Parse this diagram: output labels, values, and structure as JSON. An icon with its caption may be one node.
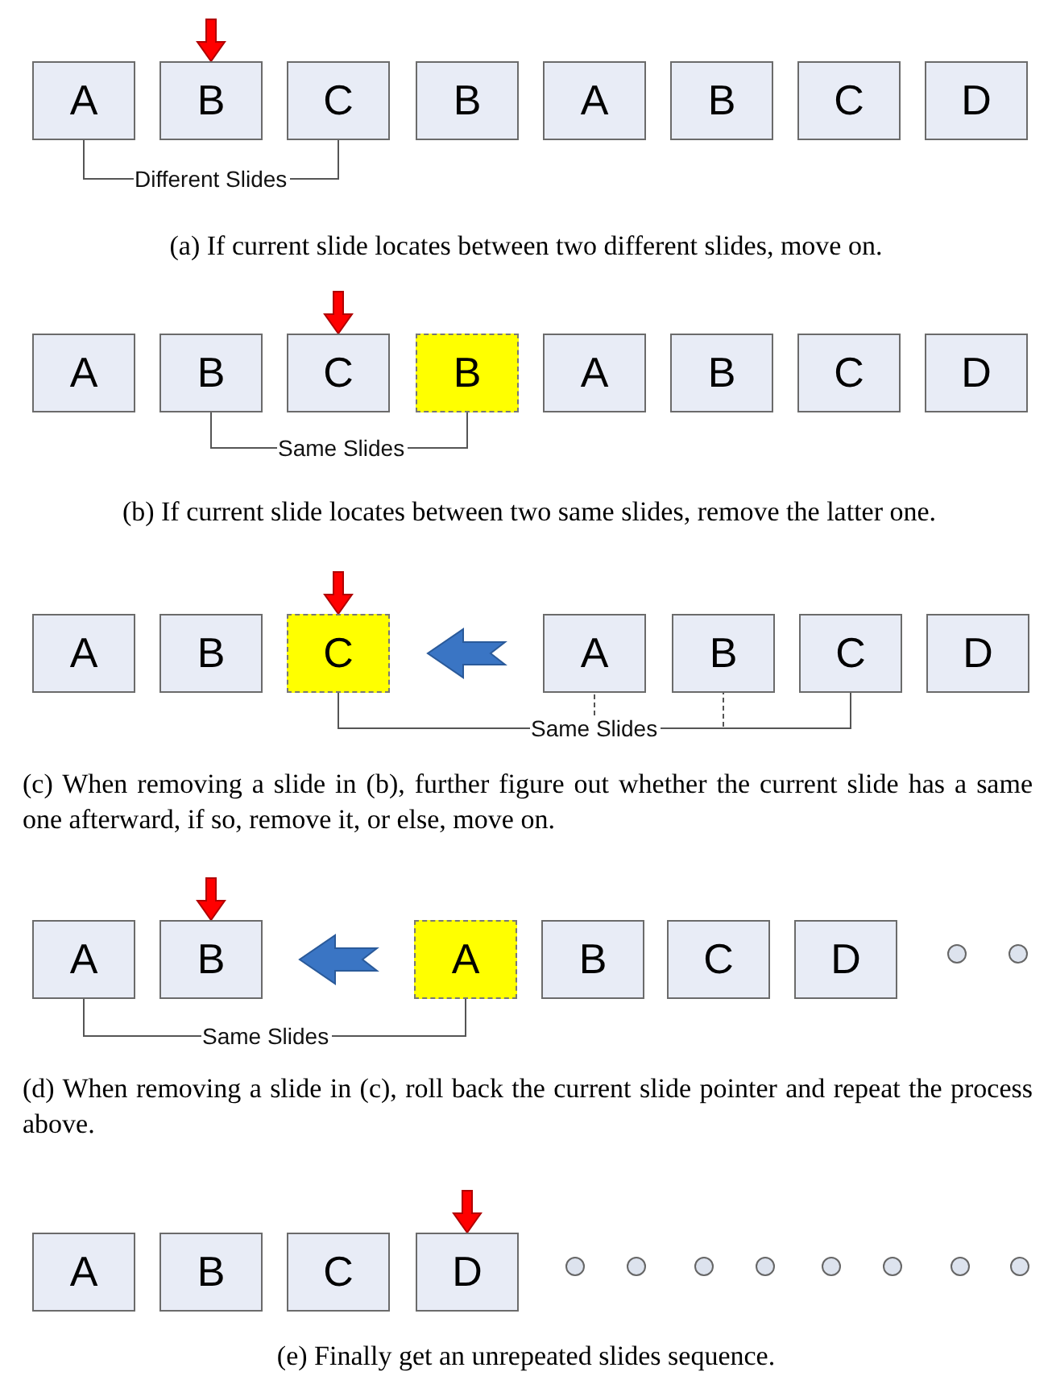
{
  "diagram": {
    "nodes": [
      {
        "text": [
          "A"
        ]
      },
      {
        "text": [
          "B"
        ]
      },
      {
        "text": [
          "C"
        ]
      },
      {
        "text": [
          "B"
        ]
      },
      {
        "text": [
          "A"
        ]
      },
      {
        "text": [
          "B"
        ]
      },
      {
        "text": [
          "C"
        ]
      },
      {
        "text": [
          "D"
        ]
      },
      {
        "text": [
          "Different Slides"
        ]
      },
      {
        "text": [
          "A"
        ]
      },
      {
        "text": [
          "B"
        ]
      },
      {
        "text": [
          "C"
        ]
      },
      {
        "text": [
          "B"
        ]
      },
      {
        "text": [
          "A"
        ]
      },
      {
        "text": [
          "B"
        ]
      },
      {
        "text": [
          "C"
        ]
      },
      {
        "text": [
          "D"
        ]
      },
      {
        "text": [
          "Same Slides"
        ]
      },
      {
        "text": [
          "A"
        ]
      },
      {
        "text": [
          "B"
        ]
      },
      {
        "text": [
          "C"
        ]
      },
      {
        "text": [
          "A"
        ]
      },
      {
        "text": [
          "B"
        ]
      },
      {
        "text": [
          "C"
        ]
      },
      {
        "text": [
          "D"
        ]
      },
      {
        "text": [
          "Same Slides"
        ]
      },
      {
        "text": [
          "A"
        ]
      },
      {
        "text": [
          "B"
        ]
      },
      {
        "text": [
          "A"
        ]
      },
      {
        "text": [
          "B"
        ]
      },
      {
        "text": [
          "C"
        ]
      },
      {
        "text": [
          "D"
        ]
      },
      {
        "text": [],
        "shape": "circle"
      },
      {
        "text": [],
        "shape": "circle"
      },
      {
        "text": [
          "Same Slides"
        ]
      },
      {
        "text": [
          "A"
        ]
      },
      {
        "text": [
          "B"
        ]
      },
      {
        "text": [
          "C"
        ]
      },
      {
        "text": [
          "D"
        ]
      },
      {
        "text": [],
        "shape": "circle"
      },
      {
        "text": [],
        "shape": "circle"
      },
      {
        "text": [],
        "shape": "circle"
      },
      {
        "text": [],
        "shape": "circle"
      },
      {
        "text": [],
        "shape": "circle"
      },
      {
        "text": [],
        "shape": "circle"
      },
      {
        "text": [],
        "shape": "circle"
      },
      {
        "text": [],
        "shape": "circle"
      }
    ],
    "edges": [
      {
        "from": null,
        "to": 1,
        "arrow": "to",
        "style": "thick",
        "color": "#ff0000"
      },
      {
        "from": 8,
        "to": 0,
        "arrow": "none"
      },
      {
        "from": 8,
        "to": 2,
        "arrow": "none"
      },
      {
        "from": null,
        "to": 11,
        "arrow": "to",
        "style": "thick",
        "color": "#ff0000"
      },
      {
        "from": 17,
        "to": 10,
        "arrow": "none"
      },
      {
        "from": 17,
        "to": 12,
        "arrow": "none"
      },
      {
        "from": null,
        "to": 20,
        "arrow": "to",
        "style": "thick",
        "color": "#ff0000"
      },
      {
        "from": 21,
        "to": 20,
        "arrow": "to",
        "style": "thick",
        "color": "#3a75c4"
      },
      {
        "from": 25,
        "to": 20,
        "arrow": "none"
      },
      {
        "from": 25,
        "to": 21,
        "arrow": "none",
        "style": "dashed"
      },
      {
        "from": 25,
        "to": 22,
        "arrow": "none",
        "style": "dashed"
      },
      {
        "from": 25,
        "to": 23,
        "arrow": "none"
      },
      {
        "from": null,
        "to": 27,
        "arrow": "to",
        "style": "thick",
        "color": "#ff0000"
      },
      {
        "from": 28,
        "to": 27,
        "arrow": "to",
        "style": "thick",
        "color": "#3a75c4"
      },
      {
        "from": 34,
        "to": 26,
        "arrow": "none"
      },
      {
        "from": 34,
        "to": 28,
        "arrow": "none"
      },
      {
        "from": null,
        "to": 38,
        "arrow": "to",
        "style": "thick",
        "color": "#ff0000"
      }
    ],
    "labels": [
      "(a) If current slide locates between two different slides, move on.",
      "(b) If current slide locates between two same slides, remove the latter one.",
      "(c) When removing a slide in (b), further figure out whether the current slide has a same one afterward, if so, remove it, or else, move on.",
      "(d) When removing a slide in (c), roll back the current slide pointer and repeat the process above.",
      "(e) Finally get an unrepeated slides sequence."
    ]
  }
}
